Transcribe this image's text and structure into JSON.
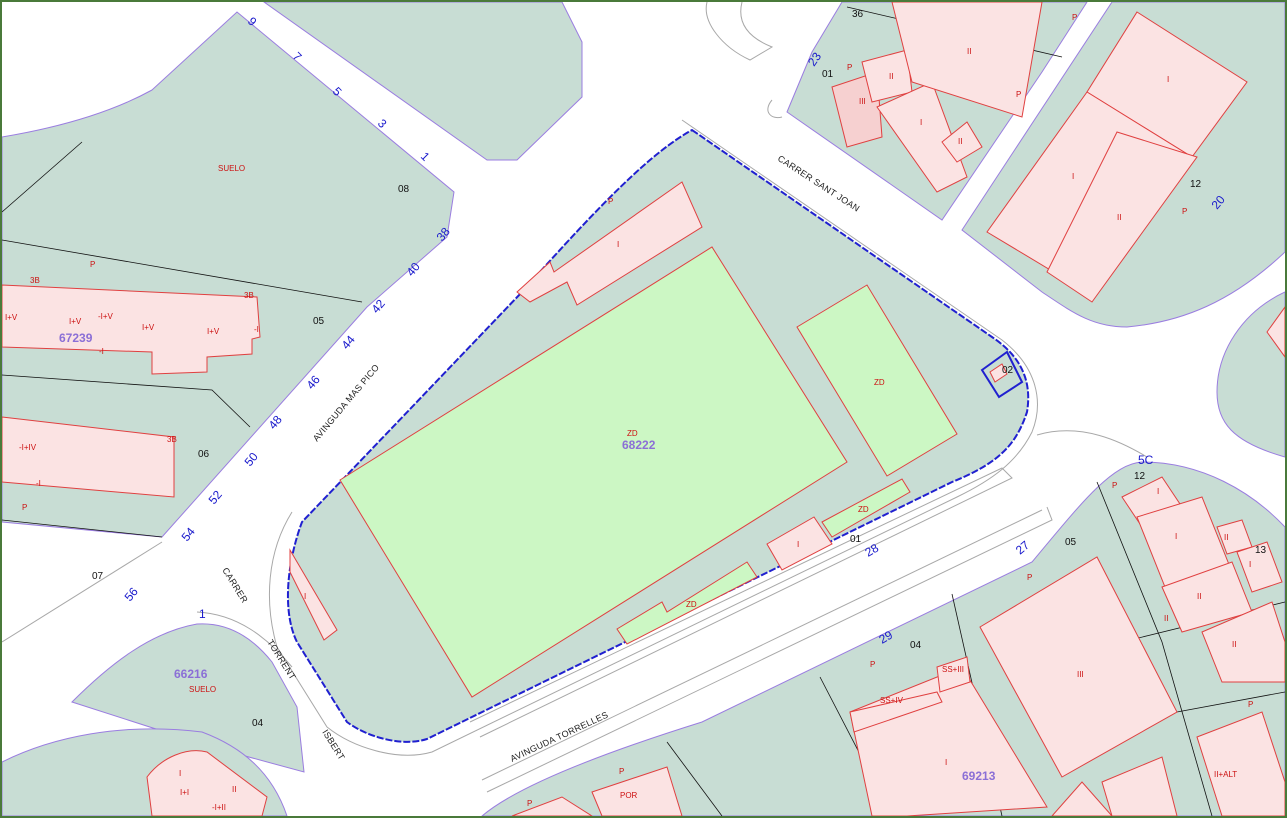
{
  "map": {
    "colors": {
      "block_fill": "#c8ddd4",
      "building_fill": "#fbe3e3",
      "building_dark_fill": "#f6d0d0",
      "zd_fill": "#ccf7c4",
      "building_stroke": "#e04040",
      "block_stroke": "#9a7de0",
      "selection_stroke": "#2020d0",
      "street_label": "#222222",
      "house_number": "#1a1acc",
      "reference_number": "#8b6fd6"
    },
    "streets": {
      "mas_pico": "AVINGUDA MAS PICO",
      "sant_joan": "CARRER  SANT JOAN",
      "torrelles": "AVINGUDA TORRELLES",
      "carrer": "CARRER",
      "torrent": "TORRENT",
      "isbert": "ISBERT"
    },
    "references": {
      "main": "68222",
      "left": "67239",
      "southwest": "66216",
      "southeast": "69213"
    },
    "house_numbers": {
      "n9": "9",
      "n7": "7",
      "n5": "5",
      "n3": "3",
      "n1": "1",
      "n38": "38",
      "n40": "40",
      "n42": "42",
      "n44": "44",
      "n46": "46",
      "n48": "48",
      "n50": "50",
      "n52": "52",
      "n54": "54",
      "n56": "56",
      "n23": "23",
      "n20": "20",
      "n28": "28",
      "n27": "27",
      "n29": "29",
      "n5c": "5C",
      "n11": "1"
    },
    "parcel_numbers": {
      "p08": "08",
      "p05": "05",
      "p06": "06",
      "p07": "07",
      "p04": "04",
      "p01": "01",
      "p01b": "01",
      "p02": "02",
      "p12": "12",
      "p12b": "12",
      "p05b": "05",
      "p04b": "04",
      "p13": "13",
      "p36": "36"
    },
    "use_labels": {
      "suelo": "SUELO",
      "suelo2": "SUELO",
      "p": "P",
      "zd": "ZD",
      "i": "I",
      "ii": "II",
      "iii": "III",
      "i_iv": "-I+IV",
      "iiv": "-I+V",
      "iv": "I+V",
      "dash_i": "-I",
      "b3": "3B",
      "ss_iv": "SS+IV",
      "ss_iii": "SS+III",
      "ii_alt": "II+ALT",
      "por": "POR",
      "ipi": "I+I",
      "mii": "-I+II"
    }
  }
}
